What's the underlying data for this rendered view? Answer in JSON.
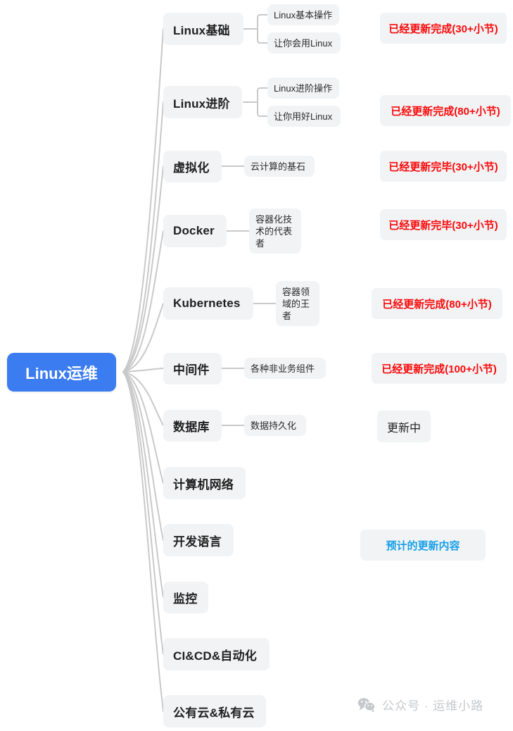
{
  "title": "Linux运维 技能思维导图",
  "colors": {
    "root_bg": "#3b7cf0",
    "root_text": "#ffffff",
    "node_bg": "#f2f3f5",
    "node_text": "#1f1f1f",
    "link": "#c9c9c9",
    "status_done": "#fa0a0a",
    "status_progress": "#1f1f1f",
    "status_planned": "#18a0e8",
    "watermark": "#c6c8cb",
    "canvas_bg": "#ffffff"
  },
  "root": {
    "label": "Linux运维"
  },
  "branches": [
    {
      "id": "linux-basics",
      "label": "Linux基础",
      "children": [
        "Linux基本操作",
        "让你会用Linux"
      ],
      "status": "已经更新完成(30+小节)",
      "status_kind": "done"
    },
    {
      "id": "linux-advanced",
      "label": "Linux进阶",
      "children": [
        "Linux进阶操作",
        "让你用好Linux"
      ],
      "status": "已经更新完成(80+小节)",
      "status_kind": "done"
    },
    {
      "id": "virtualization",
      "label": "虚拟化",
      "children": [
        "云计算的基石"
      ],
      "status": "已经更新完毕(30+小节)",
      "status_kind": "done"
    },
    {
      "id": "docker",
      "label": "Docker",
      "children": [
        "容器化技术的代表者"
      ],
      "status": "已经更新完毕(30+小节)",
      "status_kind": "done"
    },
    {
      "id": "kubernetes",
      "label": "Kubernetes",
      "children": [
        "容器领域的王者"
      ],
      "status": "已经更新完成(80+小节)",
      "status_kind": "done"
    },
    {
      "id": "middleware",
      "label": "中间件",
      "children": [
        "各种非业务组件"
      ],
      "status": "已经更新完成(100+小节)",
      "status_kind": "done"
    },
    {
      "id": "database",
      "label": "数据库",
      "children": [
        "数据持久化"
      ],
      "status": "更新中",
      "status_kind": "progress"
    },
    {
      "id": "computer-network",
      "label": "计算机网络",
      "children": [],
      "status": "",
      "status_kind": "none"
    },
    {
      "id": "dev-language",
      "label": "开发语言",
      "children": [],
      "status": "预计的更新内容",
      "status_kind": "planned"
    },
    {
      "id": "monitoring",
      "label": "监控",
      "children": [],
      "status": "",
      "status_kind": "none"
    },
    {
      "id": "cicd-automation",
      "label": "CI&CD&自动化",
      "children": [],
      "status": "",
      "status_kind": "none"
    },
    {
      "id": "public-private-cloud",
      "label": "公有云&私有云",
      "children": [],
      "status": "",
      "status_kind": "none"
    }
  ],
  "watermark": {
    "icon": "wechat-icon",
    "text": "公众号 · 运维小路"
  }
}
